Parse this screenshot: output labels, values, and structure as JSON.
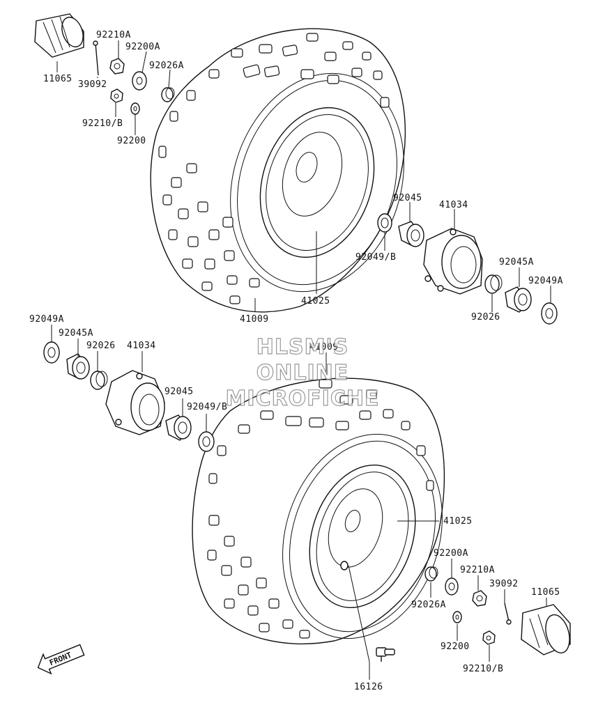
{
  "watermark": {
    "line1": "HLSM'S",
    "line2": "ONLINE",
    "line3": "MICROFICHE"
  },
  "front_arrow": {
    "label": "FRONT"
  },
  "labels": {
    "p11065_top": "11065",
    "p39092_top": "39092",
    "p92210A_top": "92210A",
    "p92200A_top": "92200A",
    "p92026A_top": "92026A",
    "p92210B_top": "92210/B",
    "p92200_top": "92200",
    "p92045_top": "92045",
    "p41034_top": "41034",
    "p92049B_top": "92049/B",
    "p92045A_top": "92045A",
    "p92049A_top": "92049A",
    "p92026_top": "92026",
    "p41025_top": "41025",
    "p41009_top": "41009",
    "p92049A_mid": "92049A",
    "p92045A_mid": "92045A",
    "p92026_mid": "92026",
    "p41034_mid": "41034",
    "p92045_mid": "92045",
    "p92049B_mid": "92049/B",
    "p41009_mid": "41009",
    "p41025_bot": "41025",
    "p92200A_bot": "92200A",
    "p92210A_bot": "92210A",
    "p39092_bot": "39092",
    "p11065_bot": "11065",
    "p92026A_bot": "92026A",
    "p92200_bot": "92200",
    "p92210B_bot": "92210/B",
    "p16126_bot": "16126"
  }
}
